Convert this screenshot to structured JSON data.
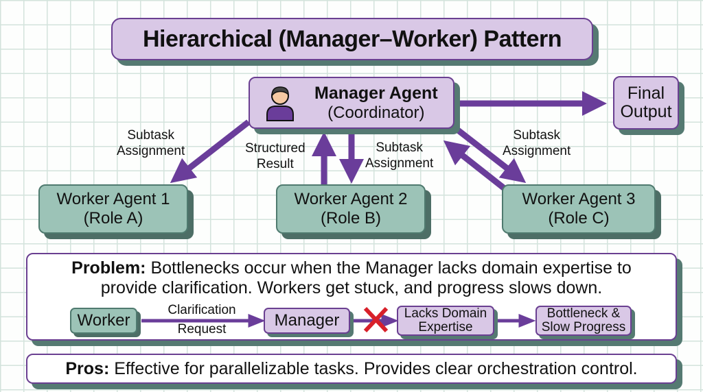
{
  "title": "Hierarchical (Manager–Worker) Pattern",
  "manager": {
    "name": "Manager Agent",
    "role": "(Coordinator)",
    "icon": "person-icon"
  },
  "final_output": {
    "line1": "Final",
    "line2": "Output"
  },
  "workers": [
    {
      "name": "Worker Agent 1",
      "role": "(Role A)"
    },
    {
      "name": "Worker Agent 2",
      "role": "(Role B)"
    },
    {
      "name": "Worker Agent 3",
      "role": "(Role C)"
    }
  ],
  "edge_labels": {
    "w1_assign": [
      "Subtask",
      "Assignment"
    ],
    "w2_result": [
      "Structured",
      "Result"
    ],
    "w2_assign": [
      "Subtask",
      "Assignment"
    ],
    "w3_assign": [
      "Subtask",
      "Assignment"
    ]
  },
  "problem": {
    "label": "Problem:",
    "text_line1": " Bottlenecks occur when the Manager lacks domain expertise to",
    "text_line2": "provide clarification. Workers get stuck, and progress slows down.",
    "flow": {
      "worker": "Worker",
      "request_top": "Clarification",
      "request_bottom": "Request",
      "manager": "Manager",
      "blocked_icon": "red-x-icon",
      "lacks_line1": "Lacks Domain",
      "lacks_line2": "Expertise",
      "result_line1": "Bottleneck &",
      "result_line2": "Slow Progress"
    }
  },
  "pros": {
    "label": "Pros:",
    "text": " Effective for parallelizable tasks. Provides clear orchestration control."
  },
  "colors": {
    "arrow": "#6a3d9a",
    "purple_fill": "#d9c8e6",
    "teal_fill": "#9cc3b7",
    "shadow": "#557a72",
    "blocked": "#d8202a"
  }
}
